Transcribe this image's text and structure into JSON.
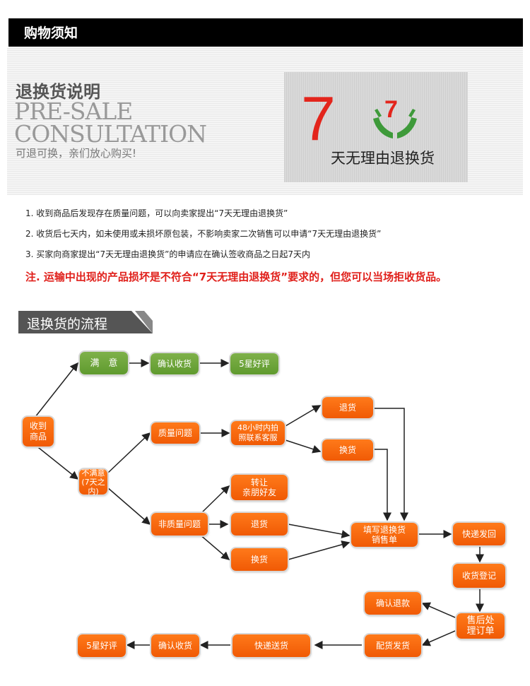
{
  "header": {
    "title": "购物须知"
  },
  "banner": {
    "title_zh": "退换货说明",
    "title_en_1": "PRE-SALE",
    "title_en_2": "CONSULTATION",
    "subtitle": "可退可换，亲们放心购买!",
    "promo_number": "7",
    "promo_text": "天无理由退换货"
  },
  "rules": [
    "1. 收到商品后发现存在质量问题，可以向卖家提出“7天无理由退换货”",
    "2. 收货后七天内，如未使用或未损坏原包装，不影响卖家二次销售可以申请“7天无理由退换货”",
    "3. 买家向商家提出“7天无理由退换货”的申请应在确认签收商品之日起7天内"
  ],
  "note": "注. 运输中出现的产品损坏是不符合“7天无理由退换货”要求的，但您可以当场拒收货品。",
  "process": {
    "title": "退换货的流程"
  },
  "nodes": {
    "received": [
      "收到",
      "商品"
    ],
    "satisfied": "满　意",
    "confirm1": "确认收货",
    "five_star1": "5星好评",
    "unsatisfied": [
      "不满意",
      "(7天之内)"
    ],
    "quality": "质量问题",
    "contact": [
      "48小时内拍",
      "照联系客服"
    ],
    "return1": "退货",
    "exchange1": "换货",
    "non_quality": "非质量问题",
    "transfer": [
      "转让",
      "亲朋好友"
    ],
    "return2": "退货",
    "exchange2": "换货",
    "fill_form": [
      "填写退换货",
      "销售单"
    ],
    "express_back": "快递发回",
    "register": "收货登记",
    "process_order": [
      "售后处",
      "理订单"
    ],
    "refund": "确认退款",
    "ship": "配货发货",
    "express_send": "快递送货",
    "confirm2": "确认收货",
    "five_star2": "5星好评"
  },
  "colors": {
    "accent_red": "#e3251c",
    "orange": "#f5650a",
    "green": "#6aa539"
  }
}
